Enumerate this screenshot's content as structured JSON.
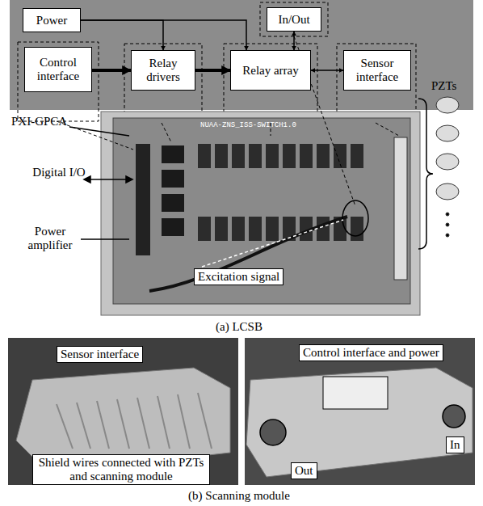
{
  "diagram": {
    "nodes": [
      {
        "text": [
          "Power"
        ]
      },
      {
        "text": [
          "In/Out"
        ]
      },
      {
        "text": [
          "Control interface"
        ]
      },
      {
        "text": [
          "Relay drivers"
        ]
      },
      {
        "text": [
          "Relay array"
        ]
      },
      {
        "text": [
          "Sensor interface"
        ]
      }
    ],
    "edges": [
      {
        "from": 0,
        "to": 3,
        "arrow": "to"
      },
      {
        "from": 0,
        "to": 4,
        "arrow": "to"
      },
      {
        "from": 2,
        "to": 3,
        "arrow": "to"
      },
      {
        "from": 3,
        "to": 4,
        "arrow": "to"
      },
      {
        "from": 4,
        "to": 5,
        "arrow": "both"
      },
      {
        "from": 1,
        "to": 4,
        "arrow": "both"
      }
    ],
    "labels": [
      "PZTs",
      "PXI-GPCA",
      "Digital I/O",
      "Power amplifier",
      "Excitation signal",
      "NUAA-ZNS_ISS-SWITCH1.0",
      "(a) LCSB",
      "Sensor interface",
      "Shield wires connected with PZTs and scanning module",
      "Control interface and power",
      "Out",
      "In",
      "(b) Scanning module"
    ]
  }
}
